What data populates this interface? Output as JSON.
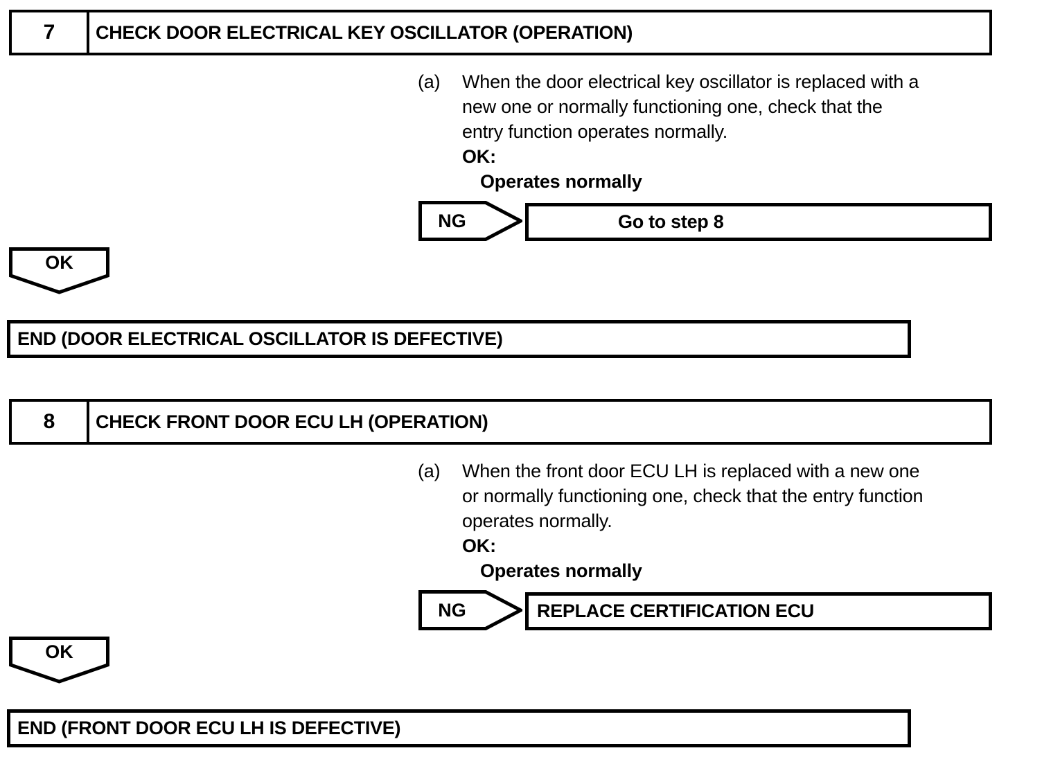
{
  "page": {
    "background": "#ffffff",
    "ink": "#000000"
  },
  "steps": [
    {
      "number": "7",
      "title": "CHECK DOOR ELECTRICAL KEY OSCILLATOR (OPERATION)",
      "instruction": {
        "marker": "(a)",
        "lines": [
          "When the door electrical key oscillator is replaced with a",
          "new one or normally functioning one, check that the",
          "entry function operates normally."
        ],
        "ok_label": "OK:",
        "ok_condition": "Operates normally"
      },
      "ng": {
        "label": "NG",
        "result": "Go to step 8"
      },
      "ok_connector_label": "OK",
      "end_text": "END (DOOR ELECTRICAL OSCILLATOR IS DEFECTIVE)"
    },
    {
      "number": "8",
      "title": "CHECK FRONT DOOR ECU LH (OPERATION)",
      "instruction": {
        "marker": "(a)",
        "lines": [
          "When the front door ECU LH is replaced with a new one",
          "or normally functioning one, check that the entry function",
          "operates normally."
        ],
        "ok_label": "OK:",
        "ok_condition": "Operates normally"
      },
      "ng": {
        "label": "NG",
        "result": "REPLACE CERTIFICATION ECU"
      },
      "ok_connector_label": "OK",
      "end_text": "END (FRONT DOOR ECU LH IS DEFECTIVE)"
    }
  ]
}
